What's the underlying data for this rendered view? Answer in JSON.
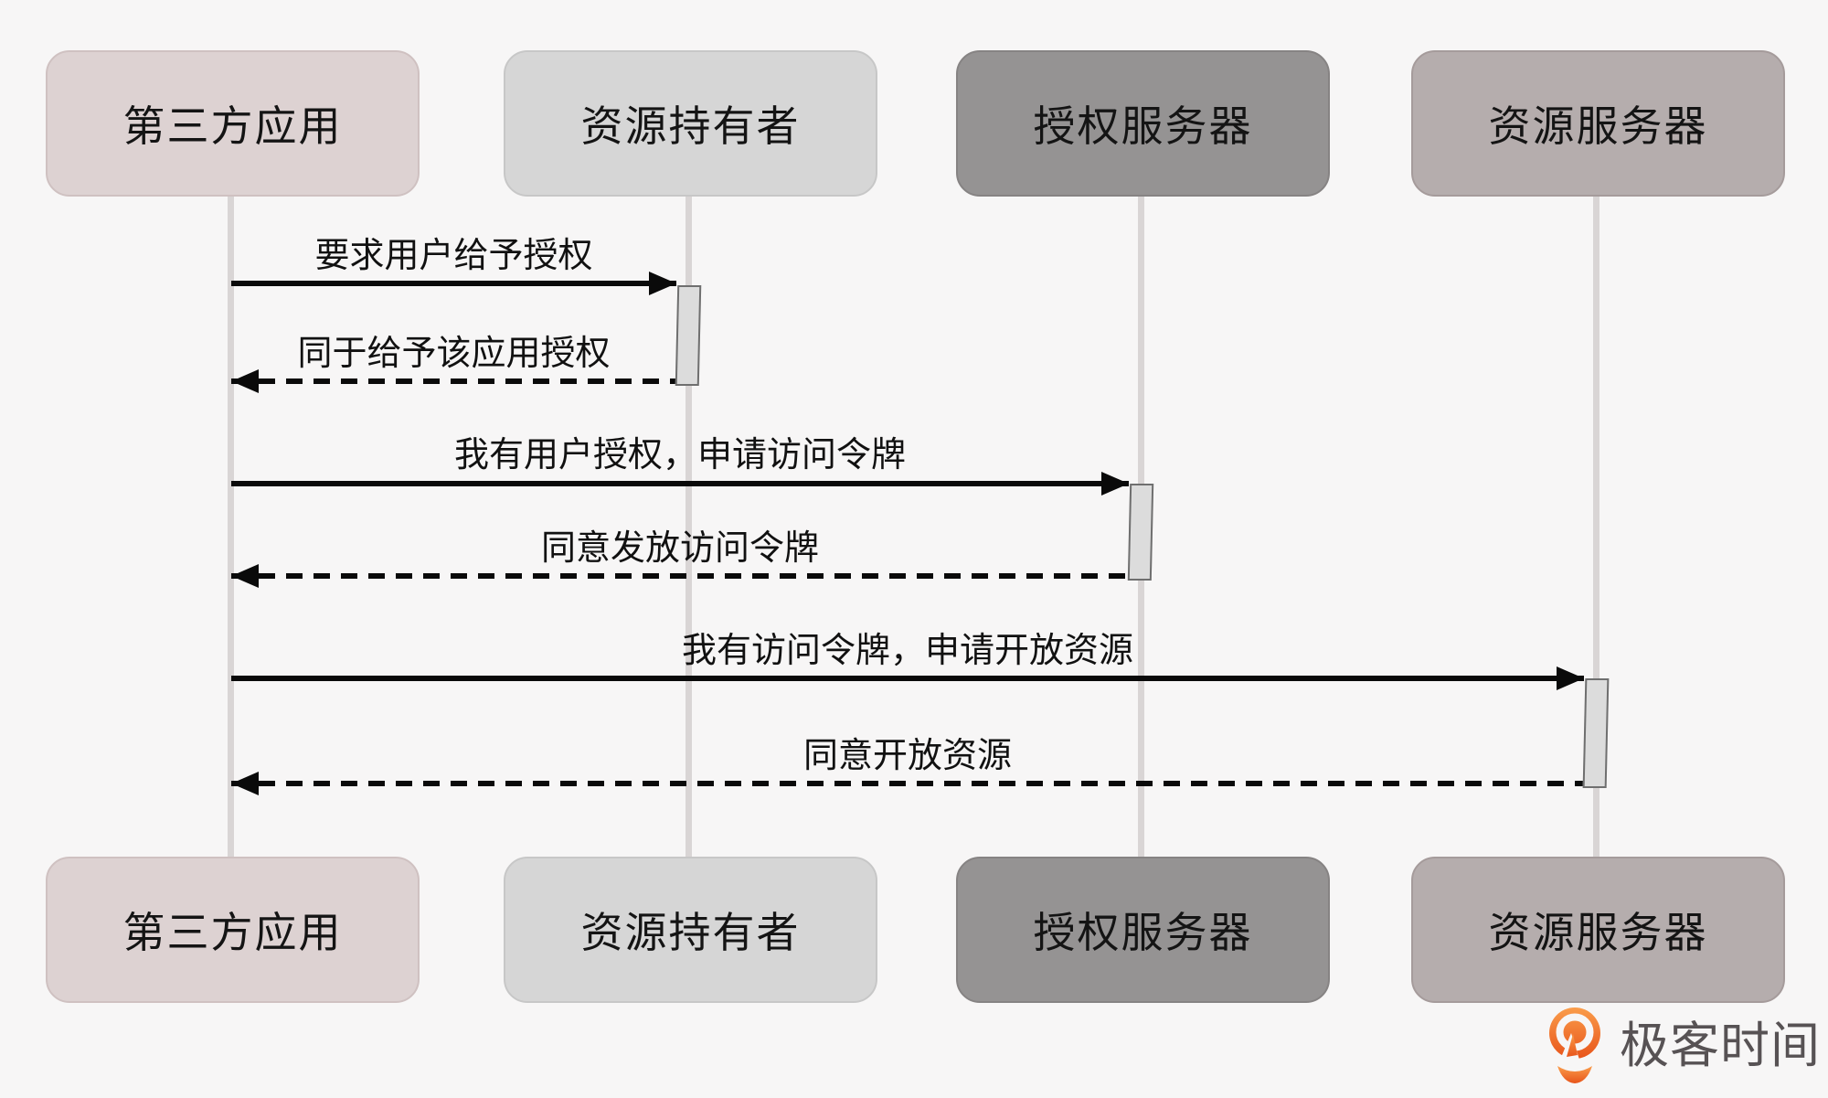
{
  "canvas": {
    "background": "#f7f6f6"
  },
  "diagram": {
    "type": "sequence",
    "actors": [
      {
        "label": "第三方应用",
        "fill": "#ddd2d2"
      },
      {
        "label": "资源持有者",
        "fill": "#d6d6d6"
      },
      {
        "label": "授权服务器",
        "fill": "#959393"
      },
      {
        "label": "资源服务器",
        "fill": "#b5adad"
      }
    ],
    "messages": [
      {
        "from": "第三方应用",
        "to": "资源持有者",
        "label": "要求用户给予授权",
        "line": "solid"
      },
      {
        "from": "资源持有者",
        "to": "第三方应用",
        "label": "同于给予该应用授权",
        "line": "dashed"
      },
      {
        "from": "第三方应用",
        "to": "授权服务器",
        "label": "我有用户授权，申请访问令牌",
        "line": "solid"
      },
      {
        "from": "授权服务器",
        "to": "第三方应用",
        "label": "同意发放访问令牌",
        "line": "dashed"
      },
      {
        "from": "第三方应用",
        "to": "资源服务器",
        "label": "我有访问令牌，申请开放资源",
        "line": "solid"
      },
      {
        "from": "资源服务器",
        "to": "第三方应用",
        "label": "同意开放资源",
        "line": "dashed"
      }
    ]
  },
  "branding": {
    "logo_text": "极客时间",
    "logo_icon": "geektime-pin-icon",
    "logo_orange": "#ee5b1f",
    "logo_text_color": "#575254"
  }
}
